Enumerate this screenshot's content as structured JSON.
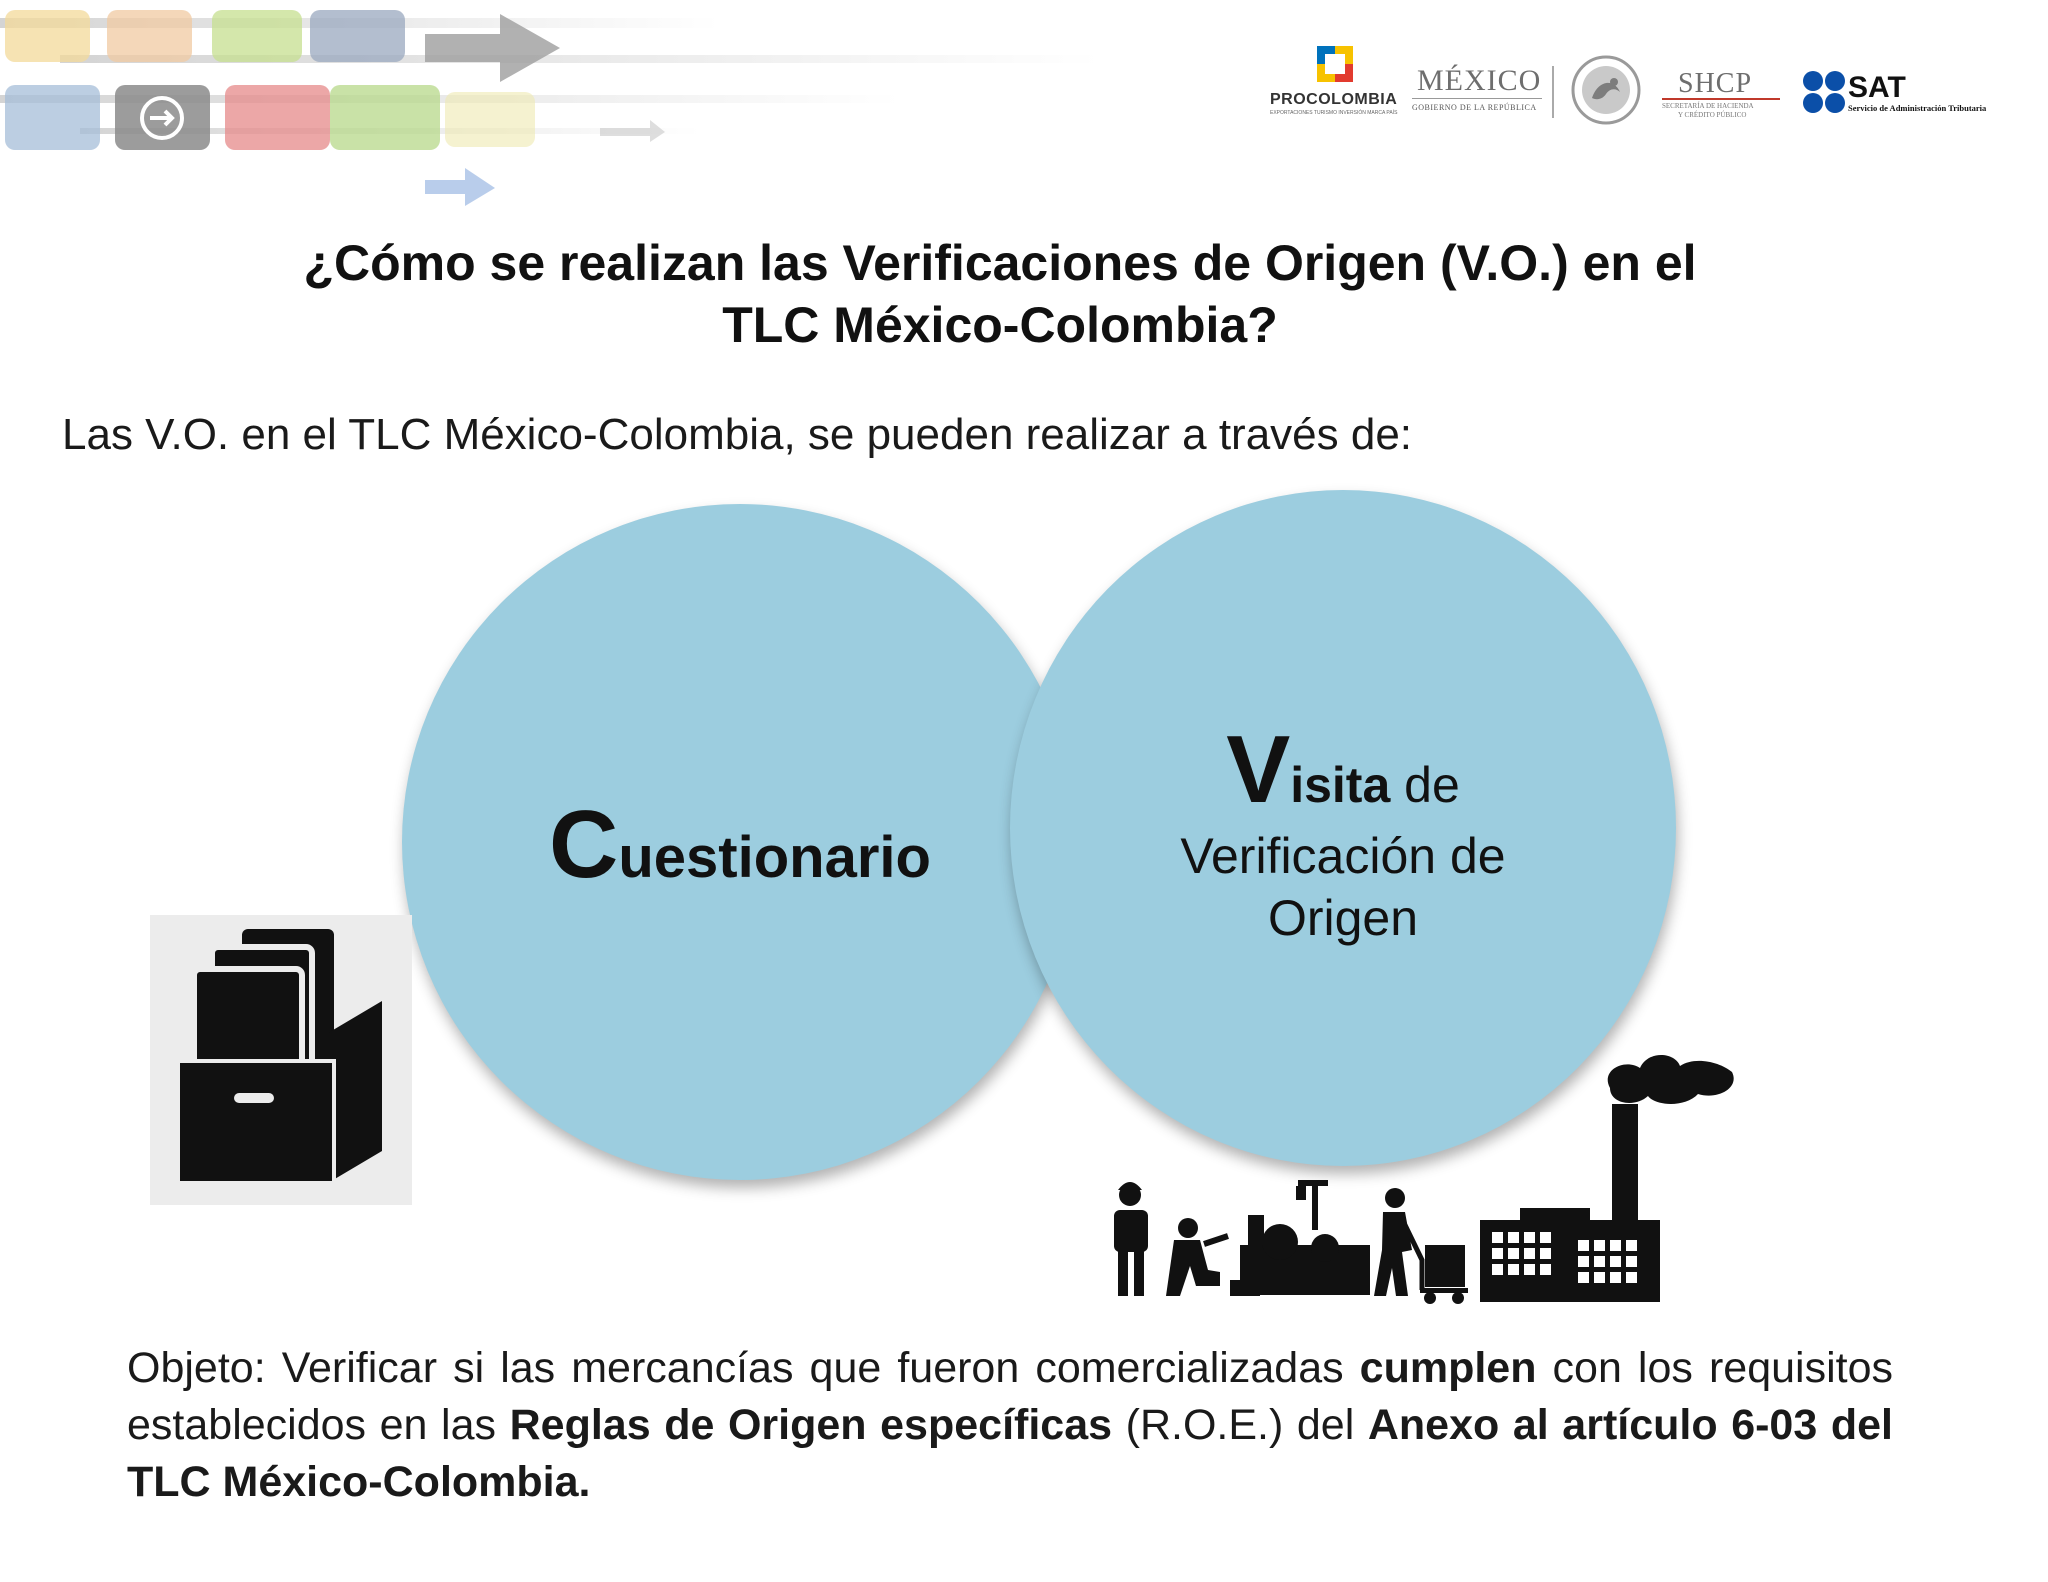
{
  "logos": {
    "procolombia": "PROCOLOMBIA",
    "procolombia_sub": "EXPORTACIONES TURISMO INVERSIÓN MARCA PAÍS",
    "mexico": "MÉXICO",
    "mexico_sub": "GOBIERNO DE LA REPÚBLICA",
    "shcp": "SHCP",
    "shcp_sub1": "SECRETARÍA DE HACIENDA",
    "shcp_sub2": "Y CRÉDITO PÚBLICO",
    "sat": "SAT",
    "sat_sub": "Servicio de Administración Tributaria"
  },
  "title": {
    "line1": "¿Cómo se realizan las Verificaciones de Origen (V.O.) en el",
    "line2": "TLC México-Colombia?"
  },
  "intro": "Las V.O. en el TLC México-Colombia, se pueden realizar a través de:",
  "circles": {
    "left": {
      "initial": "C",
      "rest": "uestionario"
    },
    "right": {
      "initial": "V",
      "rest_bold": "isita",
      "rest": " de",
      "line2": "Verificación de",
      "line3": "Origen"
    }
  },
  "objeto": {
    "p1": "Objeto: Verificar si las mercancías que fueron comercializadas ",
    "b1": "cumplen",
    "p2": " con los requisitos establecidos en las ",
    "b2": "Reglas de Origen específicas",
    "p3": " (R.O.E.) del ",
    "b3": "Anexo al artículo 6-03 del TLC México-Colombia."
  },
  "colors": {
    "circle_fill": "#9ccddf",
    "text": "#1a1a1a"
  }
}
